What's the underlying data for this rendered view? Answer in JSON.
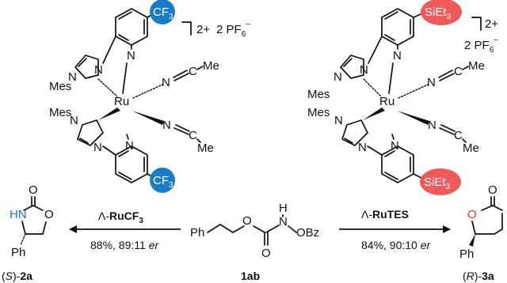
{
  "left_complex": {
    "charge": "2+",
    "counterion": "2 PF",
    "counterion_sub": "6",
    "counterion_sup": "−",
    "substituent": "CF",
    "substituent_sub": "3",
    "substituent_color": "#1a7cc4",
    "metal": "Ru",
    "n_labels": [
      "N",
      "N",
      "N",
      "N",
      "N",
      "N"
    ],
    "mes_labels": [
      "Mes",
      "Mes"
    ],
    "ligand_me": [
      "Me",
      "Me"
    ]
  },
  "right_complex": {
    "charge": "2+",
    "counterion": "2 PF",
    "counterion_sub": "6",
    "counterion_sup": "−",
    "substituent": "SiEt",
    "substituent_sub": "3",
    "substituent_color": "#ef5b5b",
    "metal": "Ru",
    "mes_labels": [
      "Mes",
      "Mes"
    ],
    "ligand_me": [
      "Me",
      "Me"
    ]
  },
  "reaction": {
    "left_arrow": {
      "catalyst_prefix": "Λ-",
      "catalyst": "RuCF",
      "catalyst_sub": "3",
      "yield": "88%, 89:11 ",
      "er": "er"
    },
    "right_arrow": {
      "catalyst_prefix": "Λ-",
      "catalyst": "RuTES",
      "yield": "84%, 90:10 ",
      "er": "er"
    },
    "substrate": {
      "label": "1ab",
      "atoms": {
        "ph": "Ph",
        "o": "O",
        "o_carbonyl": "O",
        "h": "H",
        "n": "N",
        "obz": "OBz"
      }
    },
    "product_left": {
      "label_prefix": "(",
      "stereo": "S",
      "label_suffix": ")-",
      "compound": "2a",
      "atoms": {
        "o_top": "O",
        "hn": "HN",
        "o_ring": "O",
        "ph": "Ph"
      }
    },
    "product_right": {
      "label_prefix": "(",
      "stereo": "R",
      "label_suffix": ")-",
      "compound": "3a",
      "atoms": {
        "o_top": "O",
        "o_ring": "O",
        "ph": "Ph"
      }
    }
  }
}
